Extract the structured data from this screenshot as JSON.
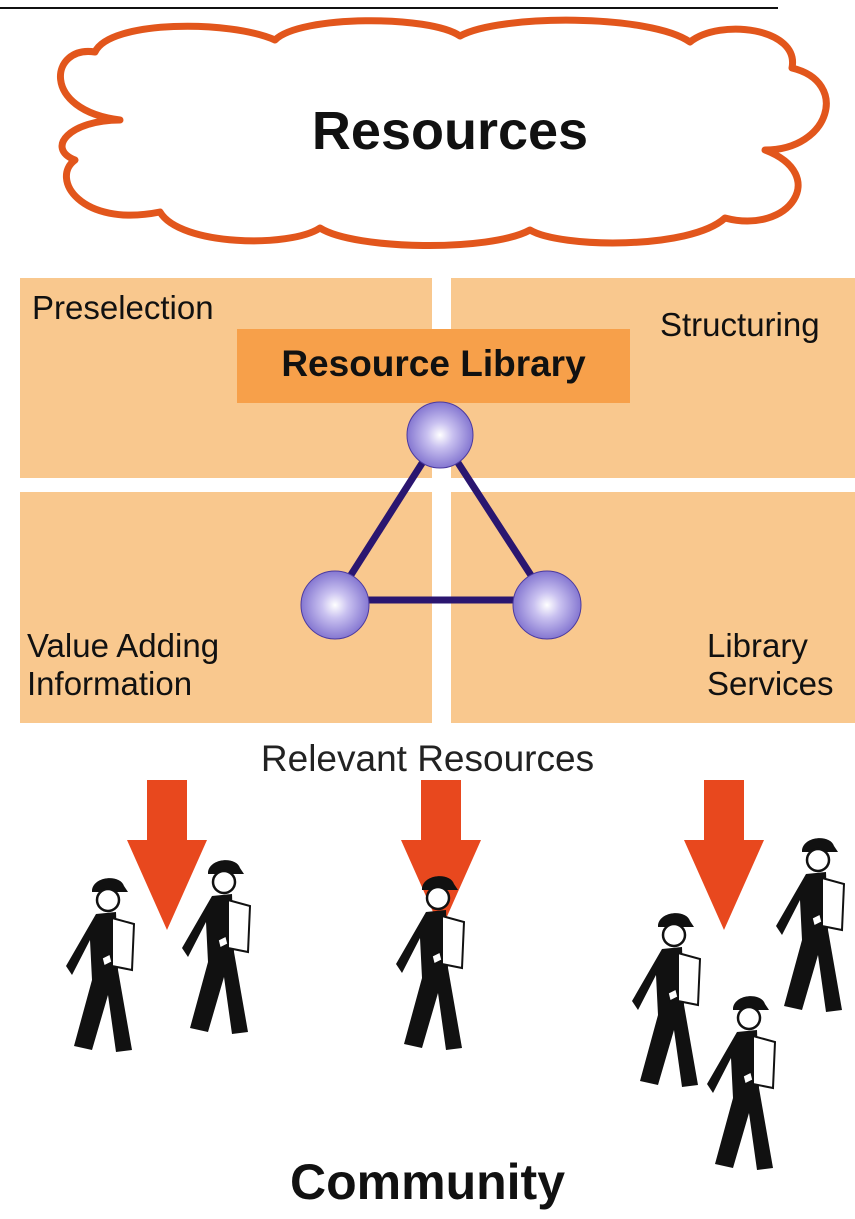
{
  "cloud": {
    "title": "Resources",
    "outline_color": "#e2561c"
  },
  "quadrants": {
    "preselection": "Preselection",
    "structuring": "Structuring",
    "value_adding_line1": "Value Adding",
    "value_adding_line2": "Information",
    "library_services_line1": "Library",
    "library_services_line2": "Services",
    "fill_color": "#f9c88e"
  },
  "library": {
    "title": "Resource Library",
    "fill_color": "#f7a04a"
  },
  "network": {
    "node_color": "#8c7fd6",
    "edge_color": "#2a1670"
  },
  "relevant_label": "Relevant Resources",
  "arrows": {
    "color": "#e8481e"
  },
  "community_label": "Community"
}
